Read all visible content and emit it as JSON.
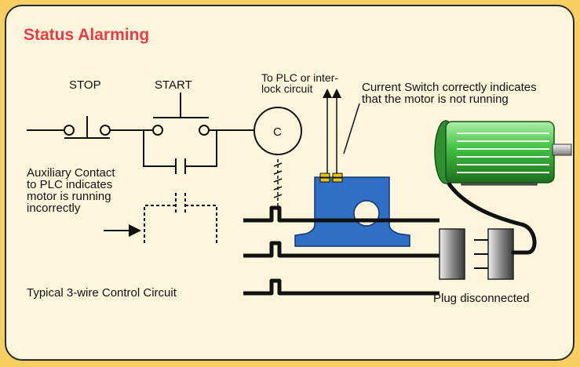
{
  "title": "Status Alarming",
  "colors": {
    "background": "#f7cf63",
    "panel": "#fef6dc",
    "title": "#ee3a44",
    "sensor": "#2f6fc6",
    "motor": "#3fbf3f",
    "terminal": "#e8c41a"
  },
  "labels": {
    "stop": "STOP",
    "start": "START",
    "coil": "C",
    "plc_line1": "To PLC or inter-",
    "plc_line2": "lock circuit",
    "current_switch_line1": "Current Switch correctly indicates",
    "current_switch_line2": "that the motor is not running",
    "aux_line1": "Auxiliary Contact",
    "aux_line2": "to PLC indicates",
    "aux_line3": "motor is running",
    "aux_line4": "incorrectly",
    "circuit_caption": "Typical 3-wire Control Circuit",
    "plug_caption": "Plug disconnected"
  },
  "icons": {
    "motor": "electric-motor-icon",
    "sensor": "current-switch-icon",
    "plug": "plug-icon"
  }
}
